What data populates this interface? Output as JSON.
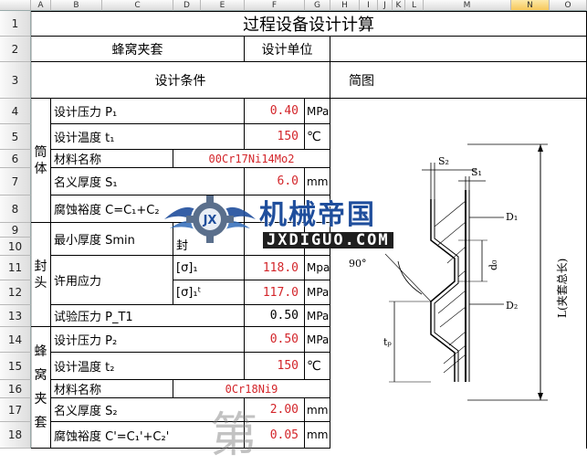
{
  "columns": [
    "A",
    "B",
    "C",
    "D",
    "E",
    "F",
    "G",
    "H",
    "I",
    "J",
    "K",
    "L",
    "M",
    "N",
    "O"
  ],
  "rows": [
    "1",
    "2",
    "3",
    "4",
    "5",
    "6",
    "7",
    "8",
    "9",
    "10",
    "11",
    "12",
    "13",
    "14",
    "15",
    "16",
    "17",
    "18"
  ],
  "title": "过程设备设计计算",
  "subject": "蜂窝夹套",
  "design_unit_label": "设计单位",
  "design_conditions_label": "设计条件",
  "sketch_label": "简图",
  "group_shell": "筒体",
  "group_head": "封头",
  "group_jacket": "蜂窝夹套",
  "params": {
    "p1_label": "设计压力 P₁",
    "p1_value": "0.40",
    "p1_unit": "MPa",
    "t1_label": "设计温度 t₁",
    "t1_value": "150",
    "t1_unit": "℃",
    "mat1_label": "材料名称",
    "mat1_value": "00Cr17Ni14Mo2",
    "s1_label": "名义厚度 S₁",
    "s1_value": "6.0",
    "s1_unit": "mm",
    "c_label": "腐蚀裕度 C=C₁+C₂",
    "smin_label": "最小厚度 Smin",
    "smin_sub": "封",
    "stress_label": "许用应力",
    "sig1_label": "[σ]₁",
    "sig1_value": "118.0",
    "sig1_unit": "Mpa",
    "sig1t_label": "[σ]₁ᵗ",
    "sig1t_value": "117.0",
    "sig1t_unit": "MPa",
    "pt1_label": "试验压力 P_T1",
    "pt1_value": "0.50",
    "pt1_unit": "MPa",
    "p2_label": "设计压力 P₂",
    "p2_value": "0.50",
    "p2_unit": "MPa",
    "t2_label": "设计温度 t₂",
    "t2_value": "150",
    "t2_unit": "℃",
    "mat2_label": "材料名称",
    "mat2_value": "0Cr18Ni9",
    "s2_label": "名义厚度 S₂",
    "s2_value": "2.00",
    "s2_unit": "mm",
    "c2_label": "腐蚀裕度 C'=C₁'+C₂'",
    "c2_value": "0.05",
    "c2_unit": "mm"
  },
  "watermark": {
    "brand": "机械帝国",
    "site": "JXDIGUO.COM",
    "faded_text": "第"
  },
  "diagram": {
    "s2": "S₂",
    "s1": "S₁",
    "d1": "D₁",
    "d2": "D₂",
    "d0": "d₀",
    "angle": "90°",
    "tp": "tₚ",
    "length": "L(夹套总长)"
  },
  "colors": {
    "accent_red": "#d3252a",
    "header_sel": "#f6c75a",
    "logo_blue": "#1f4e9c"
  }
}
